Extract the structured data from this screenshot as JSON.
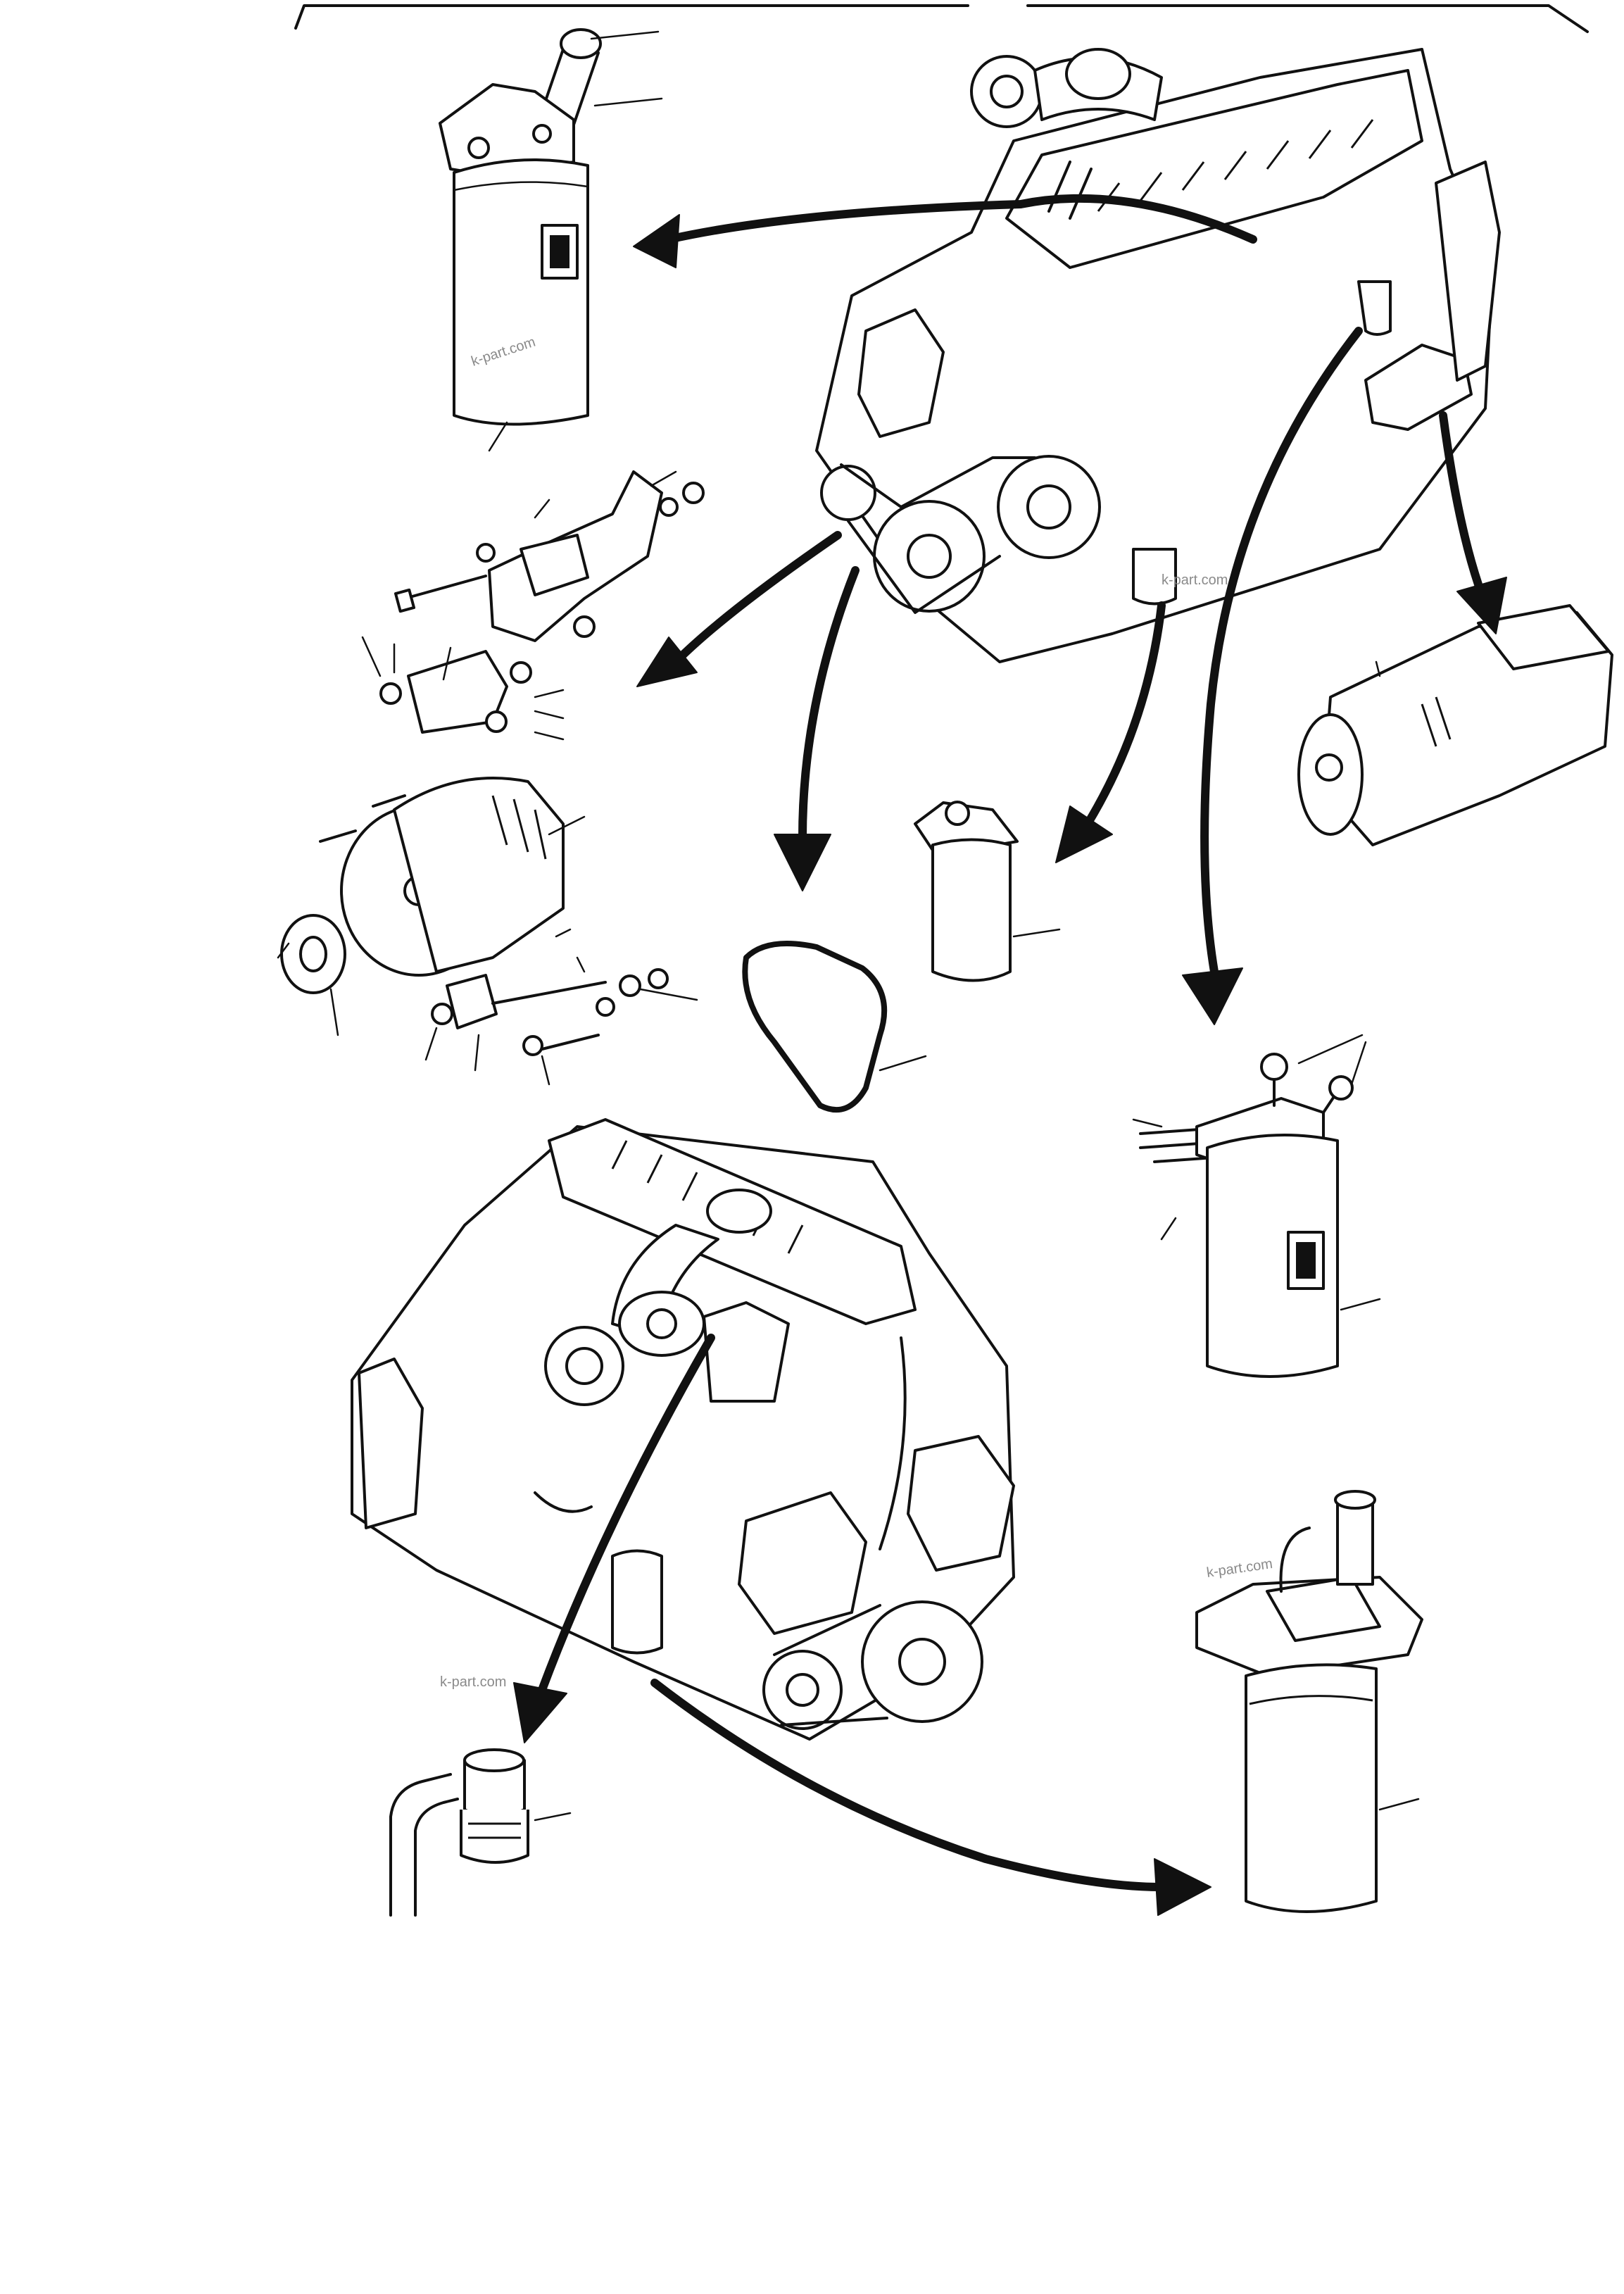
{
  "watermarks": [
    {
      "id": "wm-oil-filter",
      "text": "k-part.com"
    },
    {
      "id": "wm-engine-top",
      "text": "k-part.com"
    },
    {
      "id": "wm-engine-bottom",
      "text": "k-part.com"
    },
    {
      "id": "wm-water-filter",
      "text": "k-part.com"
    }
  ]
}
